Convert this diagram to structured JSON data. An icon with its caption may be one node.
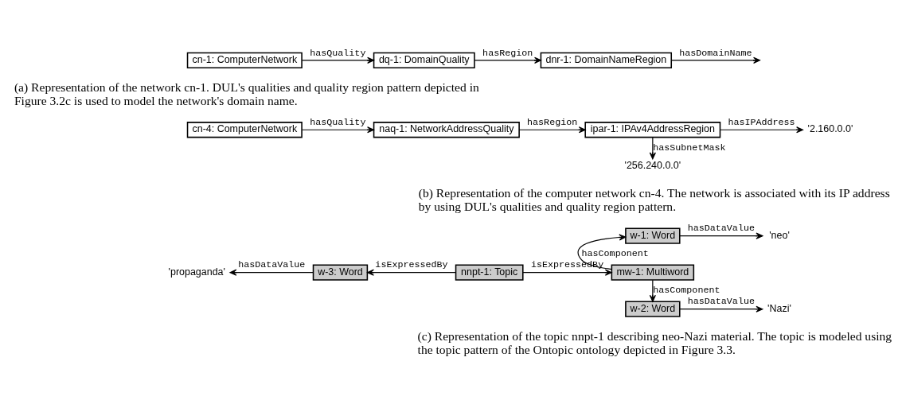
{
  "diagram": {
    "nodes": [
      {
        "text": [
          "cn-1: ComputerNetwork"
        ]
      },
      {
        "text": [
          "dq-1: DomainQuality"
        ]
      },
      {
        "text": [
          "dnr-1: DomainNameRegion"
        ]
      },
      {
        "text": [
          "cn-4: ComputerNetwork"
        ]
      },
      {
        "text": [
          "naq-1: NetworkAddressQuality"
        ]
      },
      {
        "text": [
          "ipar-1: IPAv4AddressRegion"
        ]
      },
      {
        "text": [
          "'2.160.0.0'"
        ]
      },
      {
        "text": [
          "'256.240.0.0'"
        ]
      },
      {
        "text": [
          "'propaganda'"
        ]
      },
      {
        "text": [
          "w-3: Word"
        ]
      },
      {
        "text": [
          "nnpt-1: Topic"
        ]
      },
      {
        "text": [
          "mw-1: Multiword"
        ]
      },
      {
        "text": [
          "w-1: Word"
        ]
      },
      {
        "text": [
          "'neo'"
        ]
      },
      {
        "text": [
          "w-2: Word"
        ]
      },
      {
        "text": [
          "'Nazi'"
        ]
      }
    ],
    "edges": [
      {
        "from": 0,
        "to": 1,
        "arrow": "to",
        "label": "hasQuality"
      },
      {
        "from": 1,
        "to": 2,
        "arrow": "to",
        "label": "hasRegion"
      },
      {
        "from": 2,
        "to": null,
        "arrow": "to",
        "label": "hasDomainName"
      },
      {
        "from": 3,
        "to": 4,
        "arrow": "to",
        "label": "hasQuality"
      },
      {
        "from": 4,
        "to": 5,
        "arrow": "to",
        "label": "hasRegion"
      },
      {
        "from": 5,
        "to": 6,
        "arrow": "to",
        "label": "hasIPAddress"
      },
      {
        "from": 5,
        "to": 7,
        "arrow": "to",
        "label": "hasSubnetMask"
      },
      {
        "from": 9,
        "to": 8,
        "arrow": "to",
        "label": "hasDataValue"
      },
      {
        "from": 10,
        "to": 9,
        "arrow": "to",
        "label": "isExpressedBy"
      },
      {
        "from": 10,
        "to": 11,
        "arrow": "to",
        "label": "isExpressedBy"
      },
      {
        "from": 11,
        "to": 12,
        "arrow": "to",
        "label": "hasComponent"
      },
      {
        "from": 12,
        "to": 13,
        "arrow": "to",
        "label": "hasDataValue"
      },
      {
        "from": 11,
        "to": 14,
        "arrow": "to",
        "label": "hasComponent"
      },
      {
        "from": 14,
        "to": 15,
        "arrow": "to",
        "label": "hasDataValue"
      }
    ],
    "labels": [
      "(a) Representation of the network cn-1. DUL's qualities and quality region pattern depicted in Figure 3.2c is used to model the network's domain name.",
      "(b) Representation of the computer network cn-4. The network is associated with its IP address by using DUL's qualities and quality region pattern.",
      "(c) Representation of the topic nnpt-1 describing neo-Nazi material. The topic is modeled using the topic pattern of the Ontopic ontology depicted in Figure 3.3."
    ]
  }
}
